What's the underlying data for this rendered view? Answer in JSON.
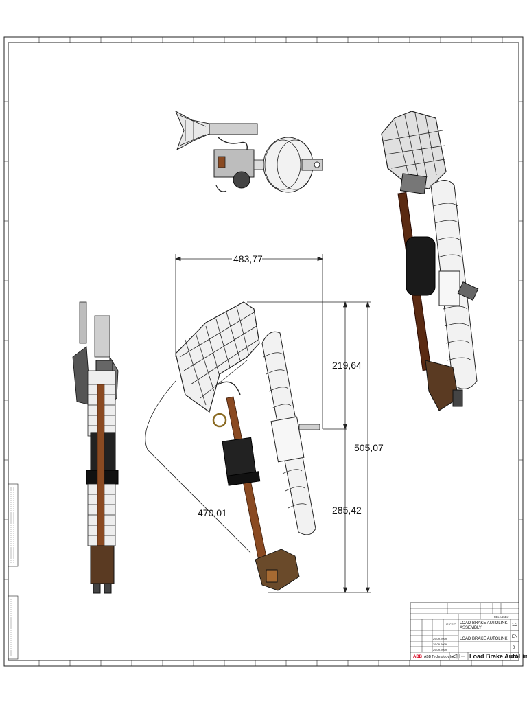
{
  "dimensions": {
    "width_top": "483,77",
    "height_upper": "219,64",
    "height_total": "505,07",
    "height_lower": "285,42",
    "diagonal": "470,01"
  },
  "title_block": {
    "title_line1": "LOAD BRAKE AUTOLINK",
    "title_line2": "ASSEMBLY",
    "subtitle": "LOAD BRAKE AUTOLINK",
    "drawing_name": "Load Brake AutoLink",
    "company": "ABB Technology Inc.",
    "brand": "ABB",
    "sheet": "1/2",
    "language": "EN",
    "revision": "0",
    "scale": "1:1",
    "status": "RELEASED",
    "dept_code": "US-CEIO",
    "dates": [
      "29.09.2009",
      "29.09.2009",
      "29.09.2009"
    ]
  },
  "colors": {
    "frame": "#222222",
    "copper": "#8a4a22",
    "insulator": "#f2f2f2",
    "dark": "#1a1a1a"
  }
}
